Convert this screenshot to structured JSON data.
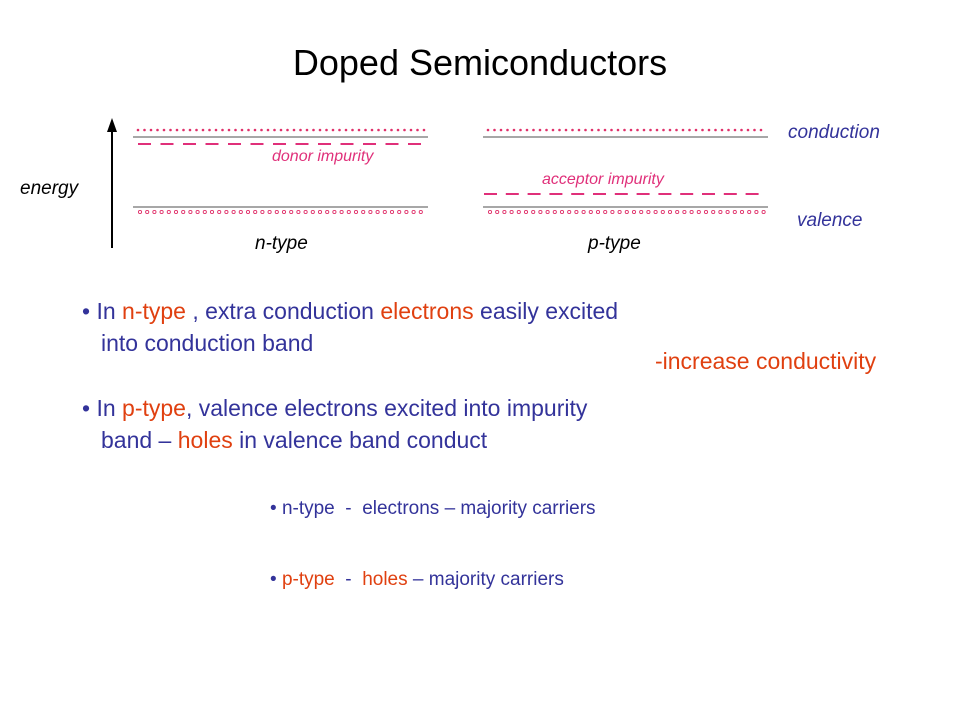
{
  "title": "Doped Semiconductors",
  "diagram": {
    "energy_label": "energy",
    "conduction_label": "conduction",
    "valence_label": "valence",
    "n_type_label": "n-type",
    "p_type_label": "p-type",
    "donor_label": "donor impurity",
    "acceptor_label": "acceptor impurity"
  },
  "bullets": [
    {
      "line1": {
        "pre": "In ",
        "h1": "n-type",
        "mid1": " , extra conduction ",
        "h2": "electrons",
        "post": " easily excited"
      },
      "line2": "into conduction band"
    },
    {
      "line1": {
        "pre": "In ",
        "h1": "p-type",
        "post": ", valence electrons excited into impurity"
      },
      "line2": {
        "pre": "band – ",
        "h1": "holes",
        "post": " in valence band conduct"
      }
    }
  ],
  "side_note": "-increase conductivity",
  "summary": [
    {
      "type": "n-type",
      "sep": "  -  ",
      "carrier": "electrons",
      "rest": " – majority carriers"
    },
    {
      "type": "p-type",
      "sep": "  -  ",
      "carrier": "holes",
      "rest": " – majority carriers"
    }
  ],
  "colors": {
    "text": "#33339a",
    "highlight": "#e04010",
    "impurity": "#e0307a",
    "dots": "#e0306a",
    "band_line": "#888888"
  }
}
